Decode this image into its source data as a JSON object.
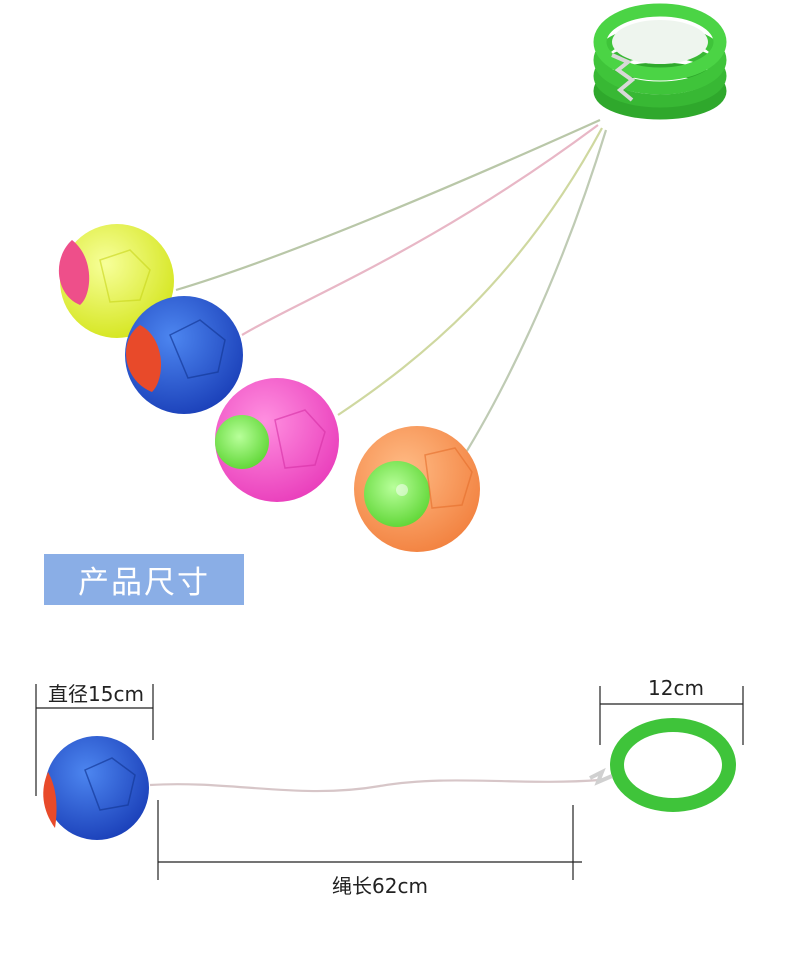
{
  "section_title": "产品尺寸",
  "dimensions": {
    "ball_diameter": "直径15cm",
    "ring_size": "12cm",
    "rope_length": "绳长62cm"
  },
  "colors": {
    "banner": "#8aaee6",
    "ring_green": "#3fc43a",
    "ball_yellow": "#e6f542",
    "ball_blue": "#2a5bd8",
    "ball_pink": "#f25cc8",
    "ball_orange": "#f7985a"
  }
}
